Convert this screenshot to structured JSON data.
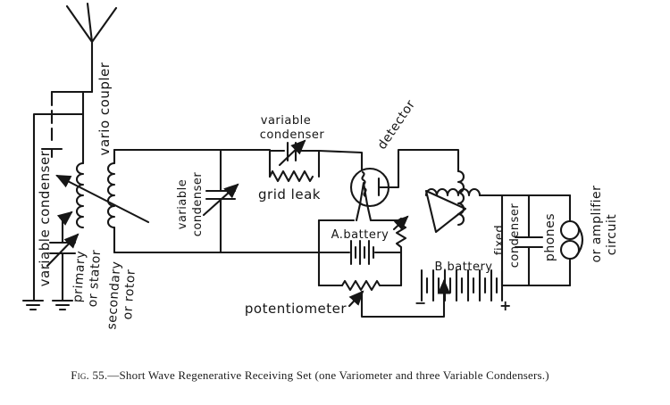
{
  "diagram": {
    "ink_color": "#161616",
    "background_color": "#ffffff",
    "labels": {
      "vario_coupler": "vario coupler",
      "antenna_condenser": "variable condenser",
      "primary_line1": "primary",
      "primary_line2": "or stator",
      "secondary_line1": "secondary",
      "secondary_line2": "or rotor",
      "tuning_condenser_line1": "variable",
      "tuning_condenser_line2": "condenser",
      "grid_condenser_line1": "variable",
      "grid_condenser_line2": "condenser",
      "grid_leak": "grid leak",
      "detector": "detector",
      "a_battery": "A.battery",
      "potentiometer": "potentiometer",
      "b_battery": "B.battery",
      "b_minus": "−",
      "b_plus": "+",
      "fixed_condenser_line1": "fixed",
      "fixed_condenser_line2": "condenser",
      "phones": "phones",
      "amplifier_line1": "or amplifier",
      "amplifier_line2": "circuit"
    },
    "caption": {
      "figure": "Fig. 55.",
      "text": "—Short Wave Regenerative Receiving Set (one Variometer and three Variable Condensers.)"
    }
  }
}
